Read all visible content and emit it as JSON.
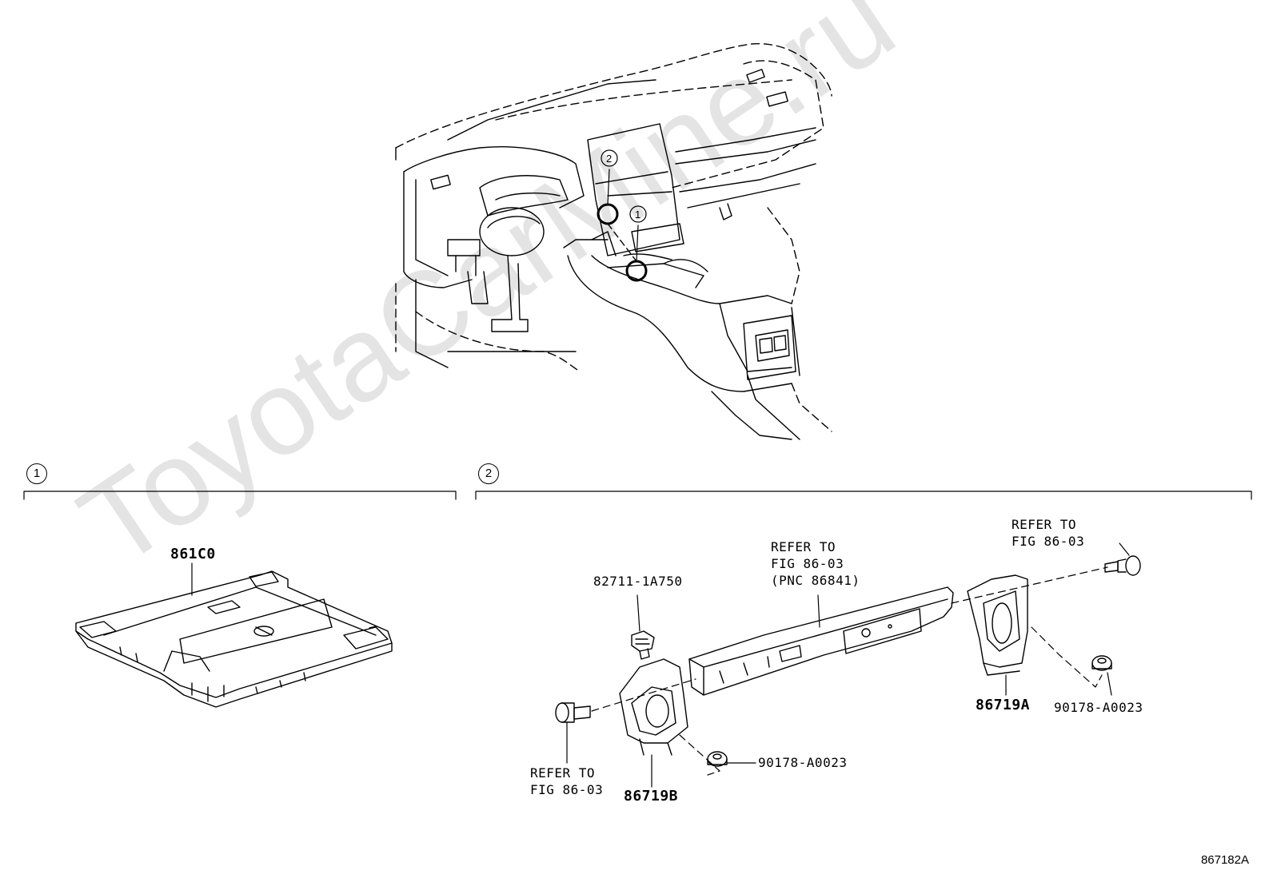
{
  "watermark": "ToyotaCarMine.ru",
  "figure_id": "867182A",
  "overview": {
    "callouts": [
      "1",
      "2"
    ]
  },
  "sections": [
    {
      "number": "1"
    },
    {
      "number": "2"
    }
  ],
  "parts": {
    "p861c0": "861C0",
    "p82711": "82711-1A750",
    "p86719b": "86719B",
    "p86719a": "86719A",
    "p90178_left": "90178-A0023",
    "p90178_right": "90178-A0023"
  },
  "refs": {
    "ref_center": "REFER TO\nFIG 86-03\n(PNC 86841)",
    "ref_right": "REFER TO\nFIG 86-03",
    "ref_left": "REFER TO\nFIG 86-03"
  },
  "colors": {
    "line": "#000000",
    "watermark": "#e4e4e4"
  }
}
